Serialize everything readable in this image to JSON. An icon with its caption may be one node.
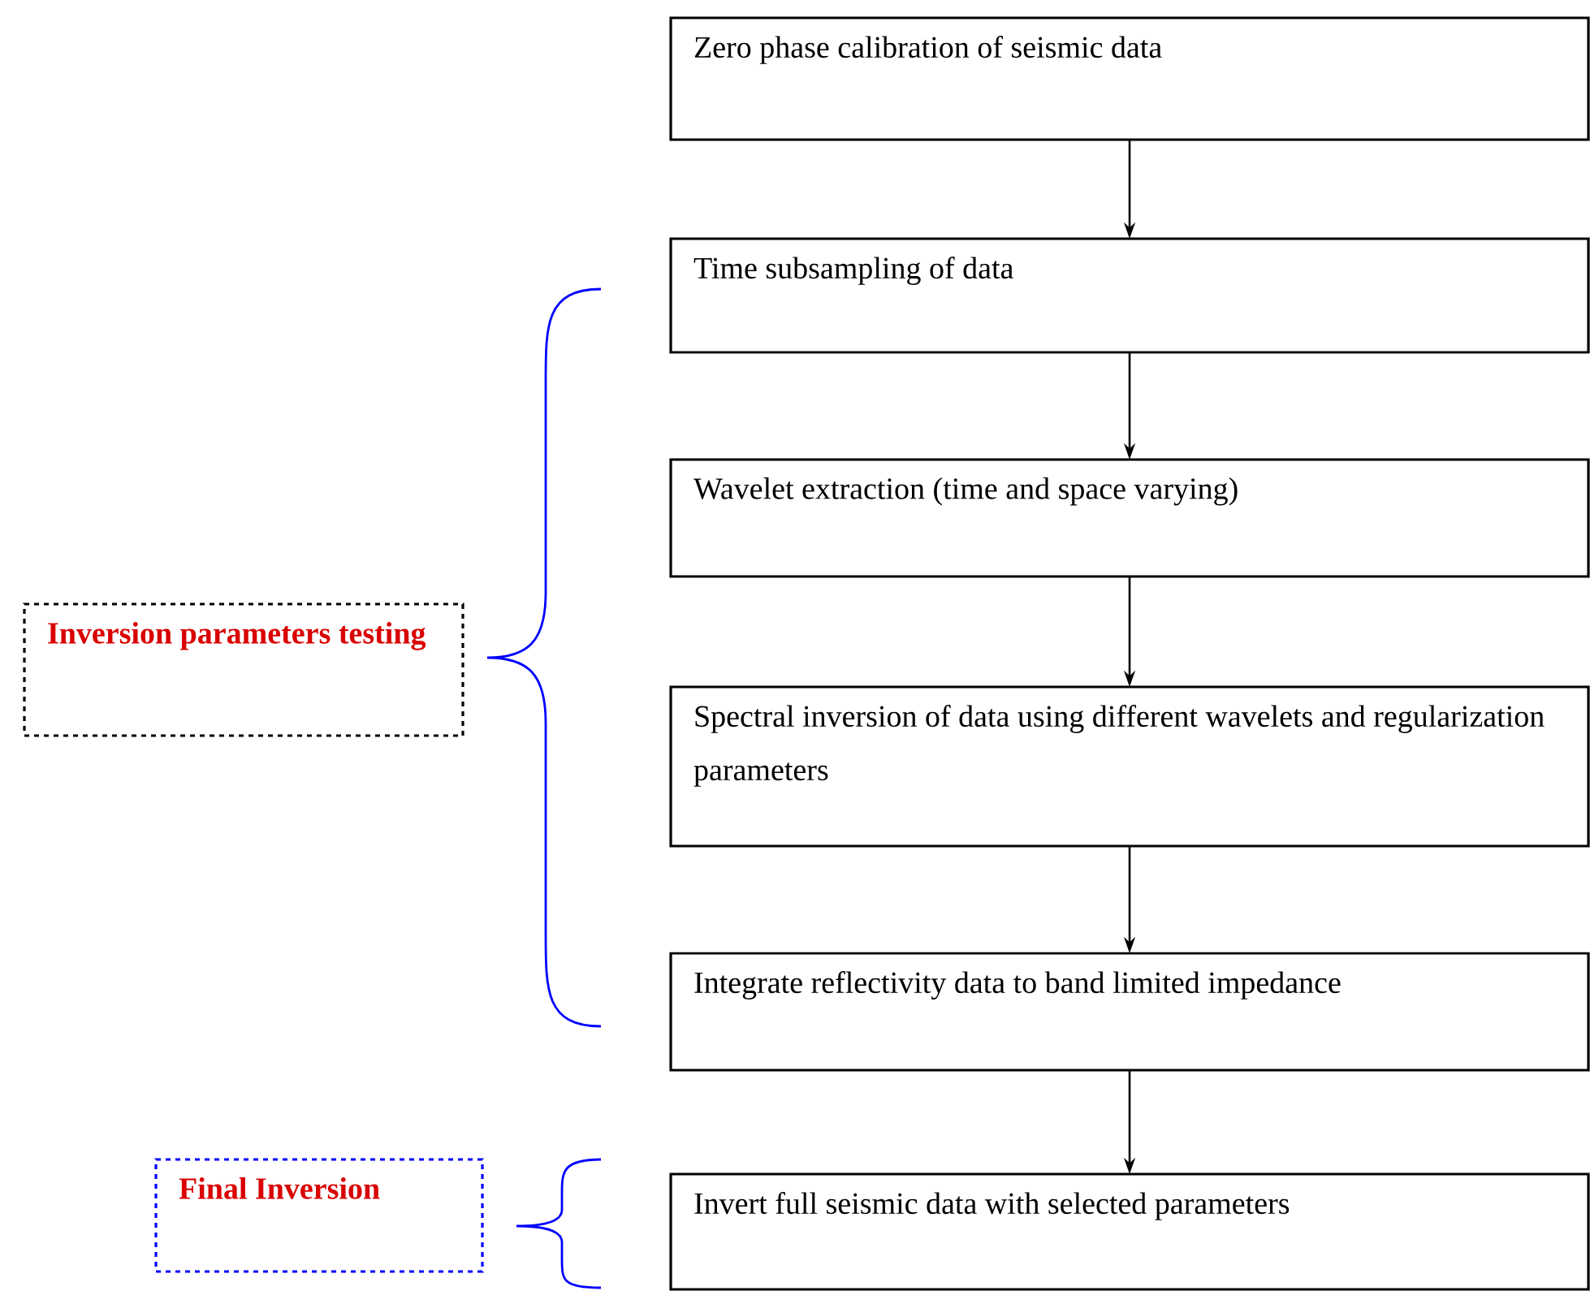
{
  "diagram": {
    "nodes": [
      {
        "text": [
          "Zero phase calibration of seismic data"
        ]
      },
      {
        "text": [
          "Time subsampling of data"
        ]
      },
      {
        "text": [
          "Wavelet extraction (time and space varying)"
        ]
      },
      {
        "text": [
          "Spectral inversion of data using different wavelets and regularization parameters"
        ]
      },
      {
        "text": [
          "Integrate reflectivity data to band limited impedance"
        ]
      },
      {
        "text": [
          "Invert full seismic data with selected parameters"
        ]
      },
      {
        "text": [
          "Inversion parameters testing"
        ]
      },
      {
        "text": [
          "Final Inversion"
        ]
      }
    ],
    "edges": [
      {
        "from": 0,
        "to": 1,
        "arrow": "to"
      },
      {
        "from": 1,
        "to": 2,
        "arrow": "to"
      },
      {
        "from": 2,
        "to": 3,
        "arrow": "to"
      },
      {
        "from": 3,
        "to": 4,
        "arrow": "to"
      },
      {
        "from": 4,
        "to": 5,
        "arrow": "to"
      }
    ]
  }
}
